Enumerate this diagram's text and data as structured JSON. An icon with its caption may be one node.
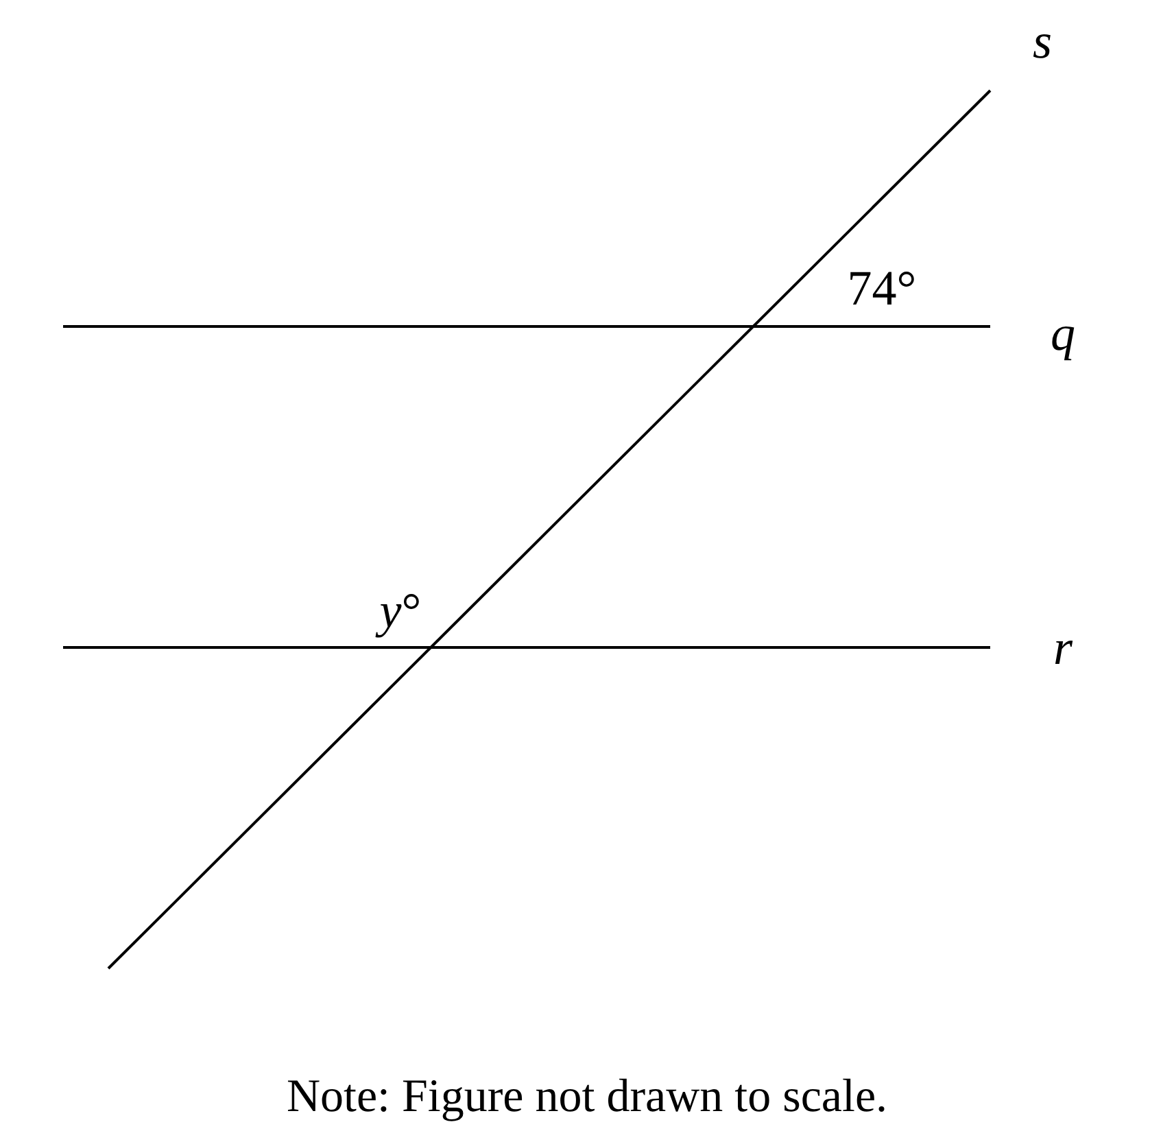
{
  "diagram": {
    "caption": "Note: Figure not drawn to scale.",
    "labels": [
      "s",
      "74°",
      "q",
      "*y*°",
      "r"
    ]
  }
}
